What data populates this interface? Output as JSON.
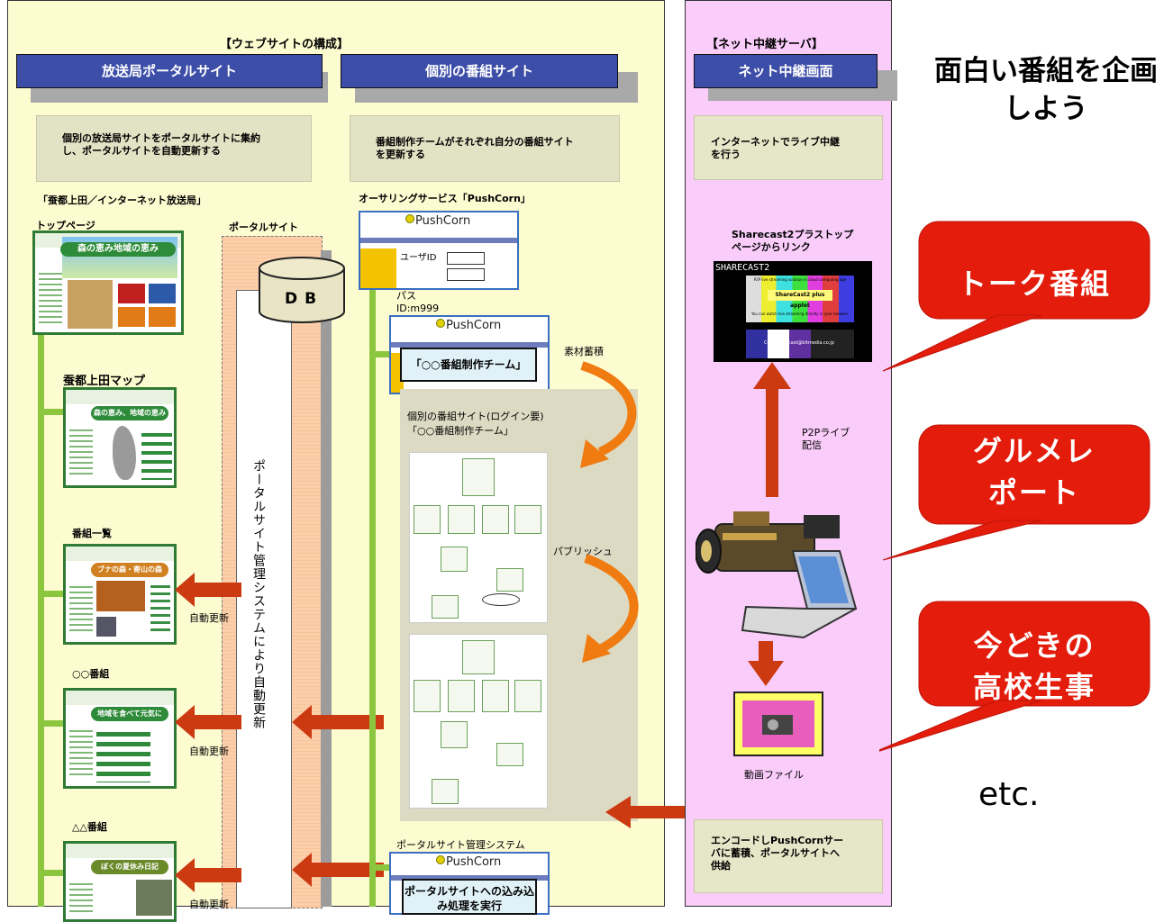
{
  "left_section": {
    "title": "【ウェブサイトの構成】",
    "portal_header": "放送局ポータルサイト",
    "program_header": "個別の番組サイト",
    "portal_desc": "個別の放送局サイトをポータルサイトに集約し、ポータルサイトを自動更新する",
    "program_desc": "番組制作チームがそれぞれ自分の番組サイトを更新する",
    "station_name": "「蚕都上田／インターネット放送局」",
    "authoring_label": "オーサリングサービス「PushCorn」",
    "top_page_label": "トップページ",
    "portal_site_label": "ポータルサイト",
    "db_label": "DB",
    "map_label": "蚕都上田マップ",
    "program_list_label": "番組一覧",
    "program_oo_label": "○○番組",
    "program_aa_label": "△△番組",
    "auto_update_label": "自動更新",
    "portal_system_vertical": "ポータルサイト管理システムにより自動更新",
    "materials_label": "素材蓄積",
    "publish_label": "パブリッシュ",
    "program_site_login": "個別の番組サイト(ログイン要)",
    "team_quote": "「○○番組制作チーム」",
    "portal_mgmt_label": "ポータルサイト管理システム",
    "portal_import_text": "ポータルサイトへの込み込み処理を実行",
    "thumb_top_banner": "森の恵み地域の恵み",
    "thumb_map_banner": "森の恵み、地域の恵み再発見",
    "thumb_list_banner": "ブナの森・寄山の森",
    "thumb_oo_banner": "地域を食べて元気に",
    "thumb_aa_banner": "ぼくの夏休み日記"
  },
  "pushcorn": {
    "logo": "PushCorn",
    "login_user": "ユーザID",
    "login_pass": "パスID:m999",
    "team_button": "「○○番組制作チーム」"
  },
  "right_section": {
    "title": "【ネット中継サーバ】",
    "header": "ネット中継画面",
    "desc": "インターネットでライブ中継を行う",
    "sharecast_label": "Sharecast2プラストップページからリンク",
    "sharecast_logo": "SHARECAST2",
    "sharecast_line1": "P2P live streaming solution in cloud computing age",
    "sharecast_line2": "ShareCast2 plus applet",
    "sharecast_line3": "You can watch live streaming directly in your browser.",
    "sharecast_contact": "Contact : scast@bitmedia.co.jp",
    "p2p_label": "P2Pライブ配信",
    "video_file_label": "動画ファイル",
    "encode_desc": "エンコードしPushCornサーバに蓄積、ポータルサイトへ供給"
  },
  "headline": "面白い番組を企画しよう",
  "callouts": [
    "トーク番組",
    "グルメレポート",
    "今どきの高校生事情"
  ],
  "etc_label": "etc.",
  "colors": {
    "panel_yellow": "#fdfbd0",
    "panel_pink": "#f9ccf9",
    "header_blue": "#3d4ea8",
    "callout_red": "#e31c0b",
    "arrow_red": "#cc3a12",
    "arrow_orange": "#f07b10",
    "green_line": "#8cc63e"
  }
}
